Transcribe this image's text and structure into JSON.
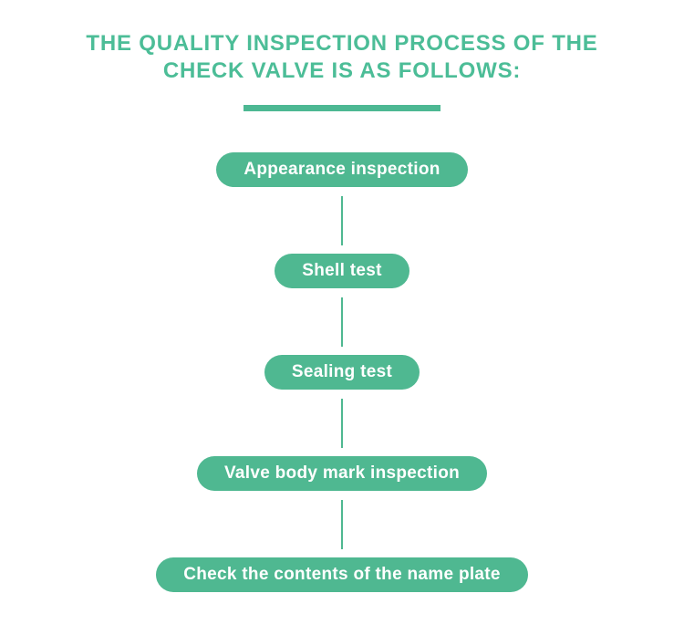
{
  "title": {
    "line1": "THE QUALITY INSPECTION PROCESS OF THE",
    "line2": "CHECK VALVE IS AS FOLLOWS:"
  },
  "colors": {
    "background": "#ffffff",
    "title_green": "#4cbd97",
    "underline_green": "#4db893",
    "pill_green": "#4fb891",
    "connector_green": "#4fb891",
    "pill_text": "#ffffff"
  },
  "flow": {
    "steps": [
      {
        "label": "Appearance inspection"
      },
      {
        "label": "Shell test"
      },
      {
        "label": "Sealing test"
      },
      {
        "label": "Valve body mark inspection"
      },
      {
        "label": "Check the contents of the name plate"
      }
    ]
  }
}
